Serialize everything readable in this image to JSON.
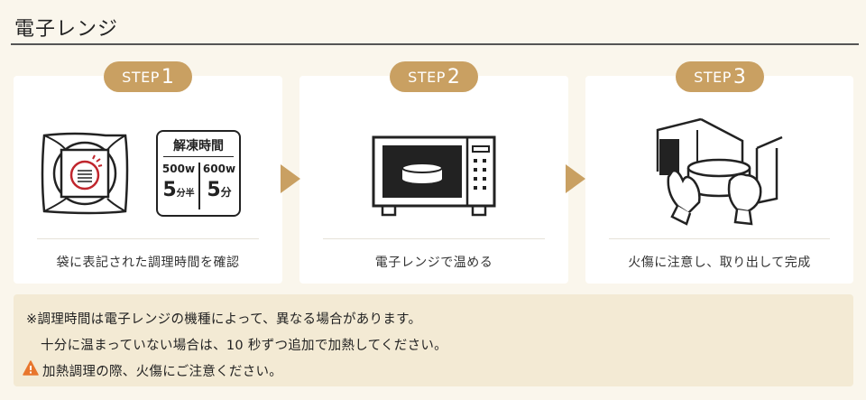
{
  "section": {
    "title": "電子レンジ"
  },
  "steps": [
    {
      "word": "STEP",
      "number": "1",
      "caption": "袋に表記された調理時間を確認",
      "label": {
        "title": "解凍時間",
        "col1_watt": "500w",
        "col1_time_num": "5",
        "col1_time_unit": "分半",
        "col2_watt": "600w",
        "col2_time_num": "5",
        "col2_time_unit": "分"
      }
    },
    {
      "word": "STEP",
      "number": "2",
      "caption": "電子レンジで温める"
    },
    {
      "word": "STEP",
      "number": "3",
      "caption": "火傷に注意し、取り出して完成"
    }
  ],
  "notes": {
    "line1": "※調理時間は電子レンジの機種によって、異なる場合があります。",
    "line2": "十分に温まっていない場合は、10 秒ずつ追加で加熱してください。",
    "warning": "加熱調理の際、火傷にご注意ください。"
  },
  "colors": {
    "accent": "#c9a062",
    "background": "#faf6ec",
    "note_bg": "#f3ead4",
    "warning": "#e8762d",
    "seal": "#c0262d"
  },
  "icons": [
    "package-icon",
    "microwave-icon",
    "oven-mitts-bowl-icon",
    "warning-icon",
    "step-arrow-icon"
  ]
}
